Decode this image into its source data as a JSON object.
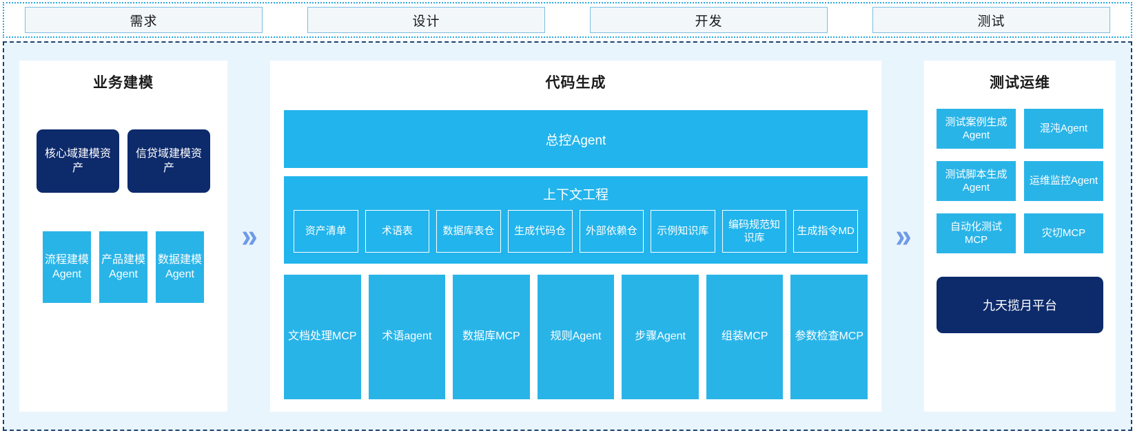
{
  "phases": [
    {
      "label": "需求"
    },
    {
      "label": "设计"
    },
    {
      "label": "开发"
    },
    {
      "label": "测试"
    }
  ],
  "arrows": {
    "glyph": "»",
    "color": "#6f9ae8"
  },
  "colors": {
    "accent_blue": "#29b4e8",
    "band_blue": "#22b4ec",
    "navy": "#0d2a6b",
    "canvas": "#e9f5fd",
    "panel": "#ffffff",
    "phase_border": "#7fbede",
    "outer_border": "#1b3f6e",
    "phase_bar_border": "#29a8dd"
  },
  "left_panel": {
    "title": "业务建模",
    "assets": [
      {
        "label": "核心域建模资产"
      },
      {
        "label": "信贷域建模资产"
      }
    ],
    "agents": [
      {
        "label": "流程建模Agent"
      },
      {
        "label": "产品建模Agent"
      },
      {
        "label": "数据建模Agent"
      }
    ]
  },
  "center_panel": {
    "title": "代码生成",
    "master_agent": "总控Agent",
    "context": {
      "title": "上下文工程",
      "chips": [
        {
          "label": "资产清单"
        },
        {
          "label": "术语表"
        },
        {
          "label": "数据库表仓"
        },
        {
          "label": "生成代码仓"
        },
        {
          "label": "外部依赖仓"
        },
        {
          "label": "示例知识库"
        },
        {
          "label": "编码规范知识库"
        },
        {
          "label": "生成指令MD"
        }
      ]
    },
    "tools": [
      {
        "label": "文档处理MCP"
      },
      {
        "label": "术语agent"
      },
      {
        "label": "数据库MCP"
      },
      {
        "label": "规则Agent"
      },
      {
        "label": "步骤Agent"
      },
      {
        "label": "组装MCP"
      },
      {
        "label": "参数检查MCP"
      }
    ]
  },
  "right_panel": {
    "title": "测试运维",
    "cards": [
      {
        "label": "测试案例生成Agent"
      },
      {
        "label": "混沌Agent"
      },
      {
        "label": "测试脚本生成Agent"
      },
      {
        "label": "运维监控Agent"
      },
      {
        "label": "自动化测试MCP"
      },
      {
        "label": "灾切MCP"
      }
    ],
    "platform": "九天揽月平台"
  }
}
